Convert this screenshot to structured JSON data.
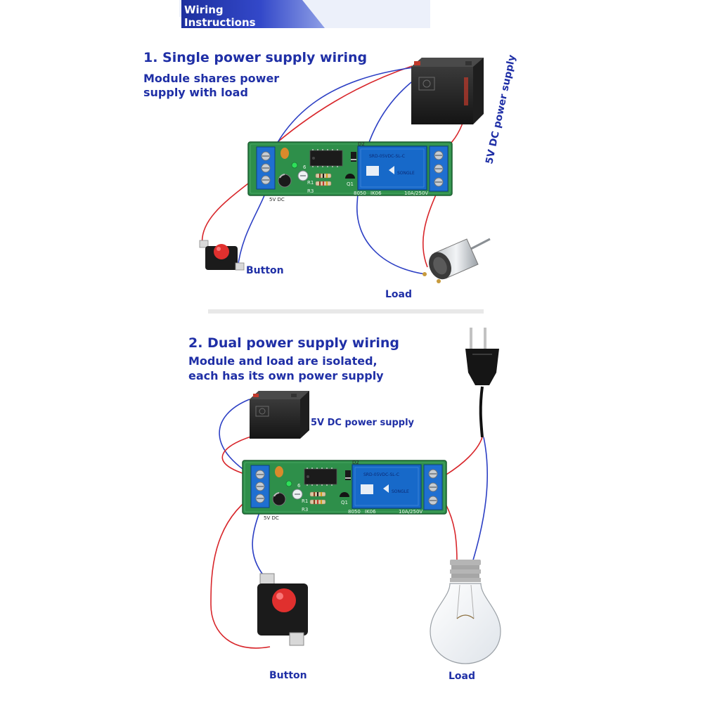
{
  "banner": {
    "line1": "Wiring",
    "line2": "Instructions"
  },
  "section1": {
    "title": "1. Single power supply wiring",
    "subtitle_line1": "Module shares power",
    "subtitle_line2": "supply with load",
    "supply_label": "5V DC power supply",
    "button_label": "Button",
    "load_label": "Load"
  },
  "section2": {
    "title": "2. Dual power supply wiring",
    "subtitle_line1": "Module and load are isolated,",
    "subtitle_line2": "each has its own power supply",
    "supply_label": "5V DC power supply",
    "button_label": "Button",
    "load_label": "Load"
  },
  "module": {
    "terminal_label": "5V DC",
    "relay_model": "SRD-05VDC-SL-C",
    "relay_brand": "SONGLE",
    "relay_rating": "10A/250V",
    "diode_label": "D2",
    "r1_label": "R1",
    "r3_label": "R3",
    "pot_label": "6",
    "transistor_label": "Q1",
    "board_id": "IK06",
    "board_id_prefix": "8050"
  },
  "colors": {
    "title_blue": "#1f2fa6",
    "wire_red": "#d8262b",
    "wire_blue": "#2c3fc4",
    "pcb_green": "#2e8f4a",
    "relay_blue": "#1769c9",
    "banner_blue": "#1d2f9e"
  },
  "icons": [
    "battery-icon",
    "relay-module-icon",
    "push-button-icon",
    "dc-motor-icon",
    "light-bulb-icon",
    "ac-plug-icon"
  ]
}
